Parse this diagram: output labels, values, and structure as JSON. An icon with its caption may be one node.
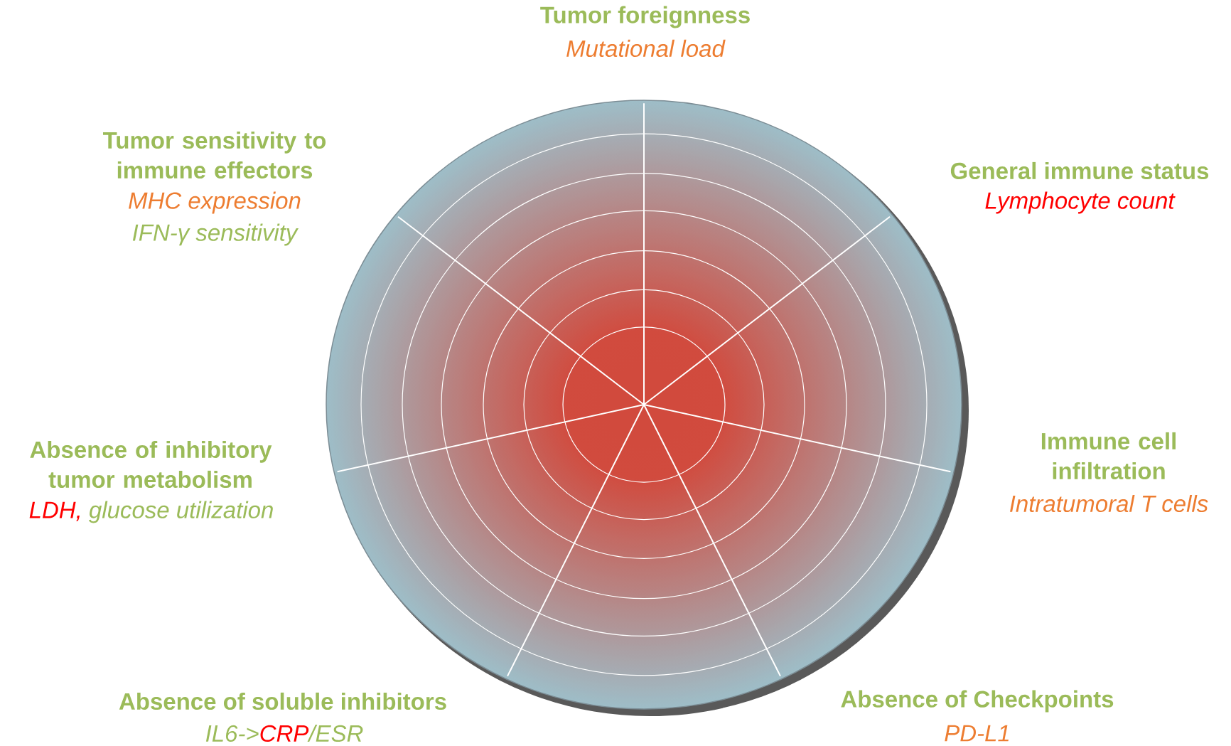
{
  "diagram": {
    "labels": [
      "Tumor foreignness",
      "Mutational load",
      "Tumor sensitivity to immune effectors",
      "MHC expression",
      "IFN-γ sensitivity",
      "General immune status",
      "Lymphocyte count",
      "Immune cell infiltration",
      "Intratumoral T cells",
      "Absence of inhibitory tumor metabolism",
      "LDH,",
      "glucose utilization",
      "Absence of soluble inhibitors",
      "IL6->",
      "CRP",
      "/ESR",
      "Absence of Checkpoints",
      "PD-L1"
    ]
  }
}
